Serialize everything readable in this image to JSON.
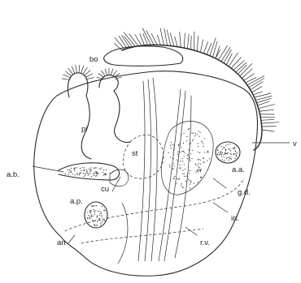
{
  "labels": {
    "bo": "bo",
    "pi": "pi",
    "st": "st",
    "ab": "a.b.",
    "cu": "cu",
    "aa": "a.a.",
    "ap": "a.p.",
    "gd": "g.d.",
    "in": "in.",
    "an": "an",
    "rv": "r.v.",
    "v": "v"
  }
}
